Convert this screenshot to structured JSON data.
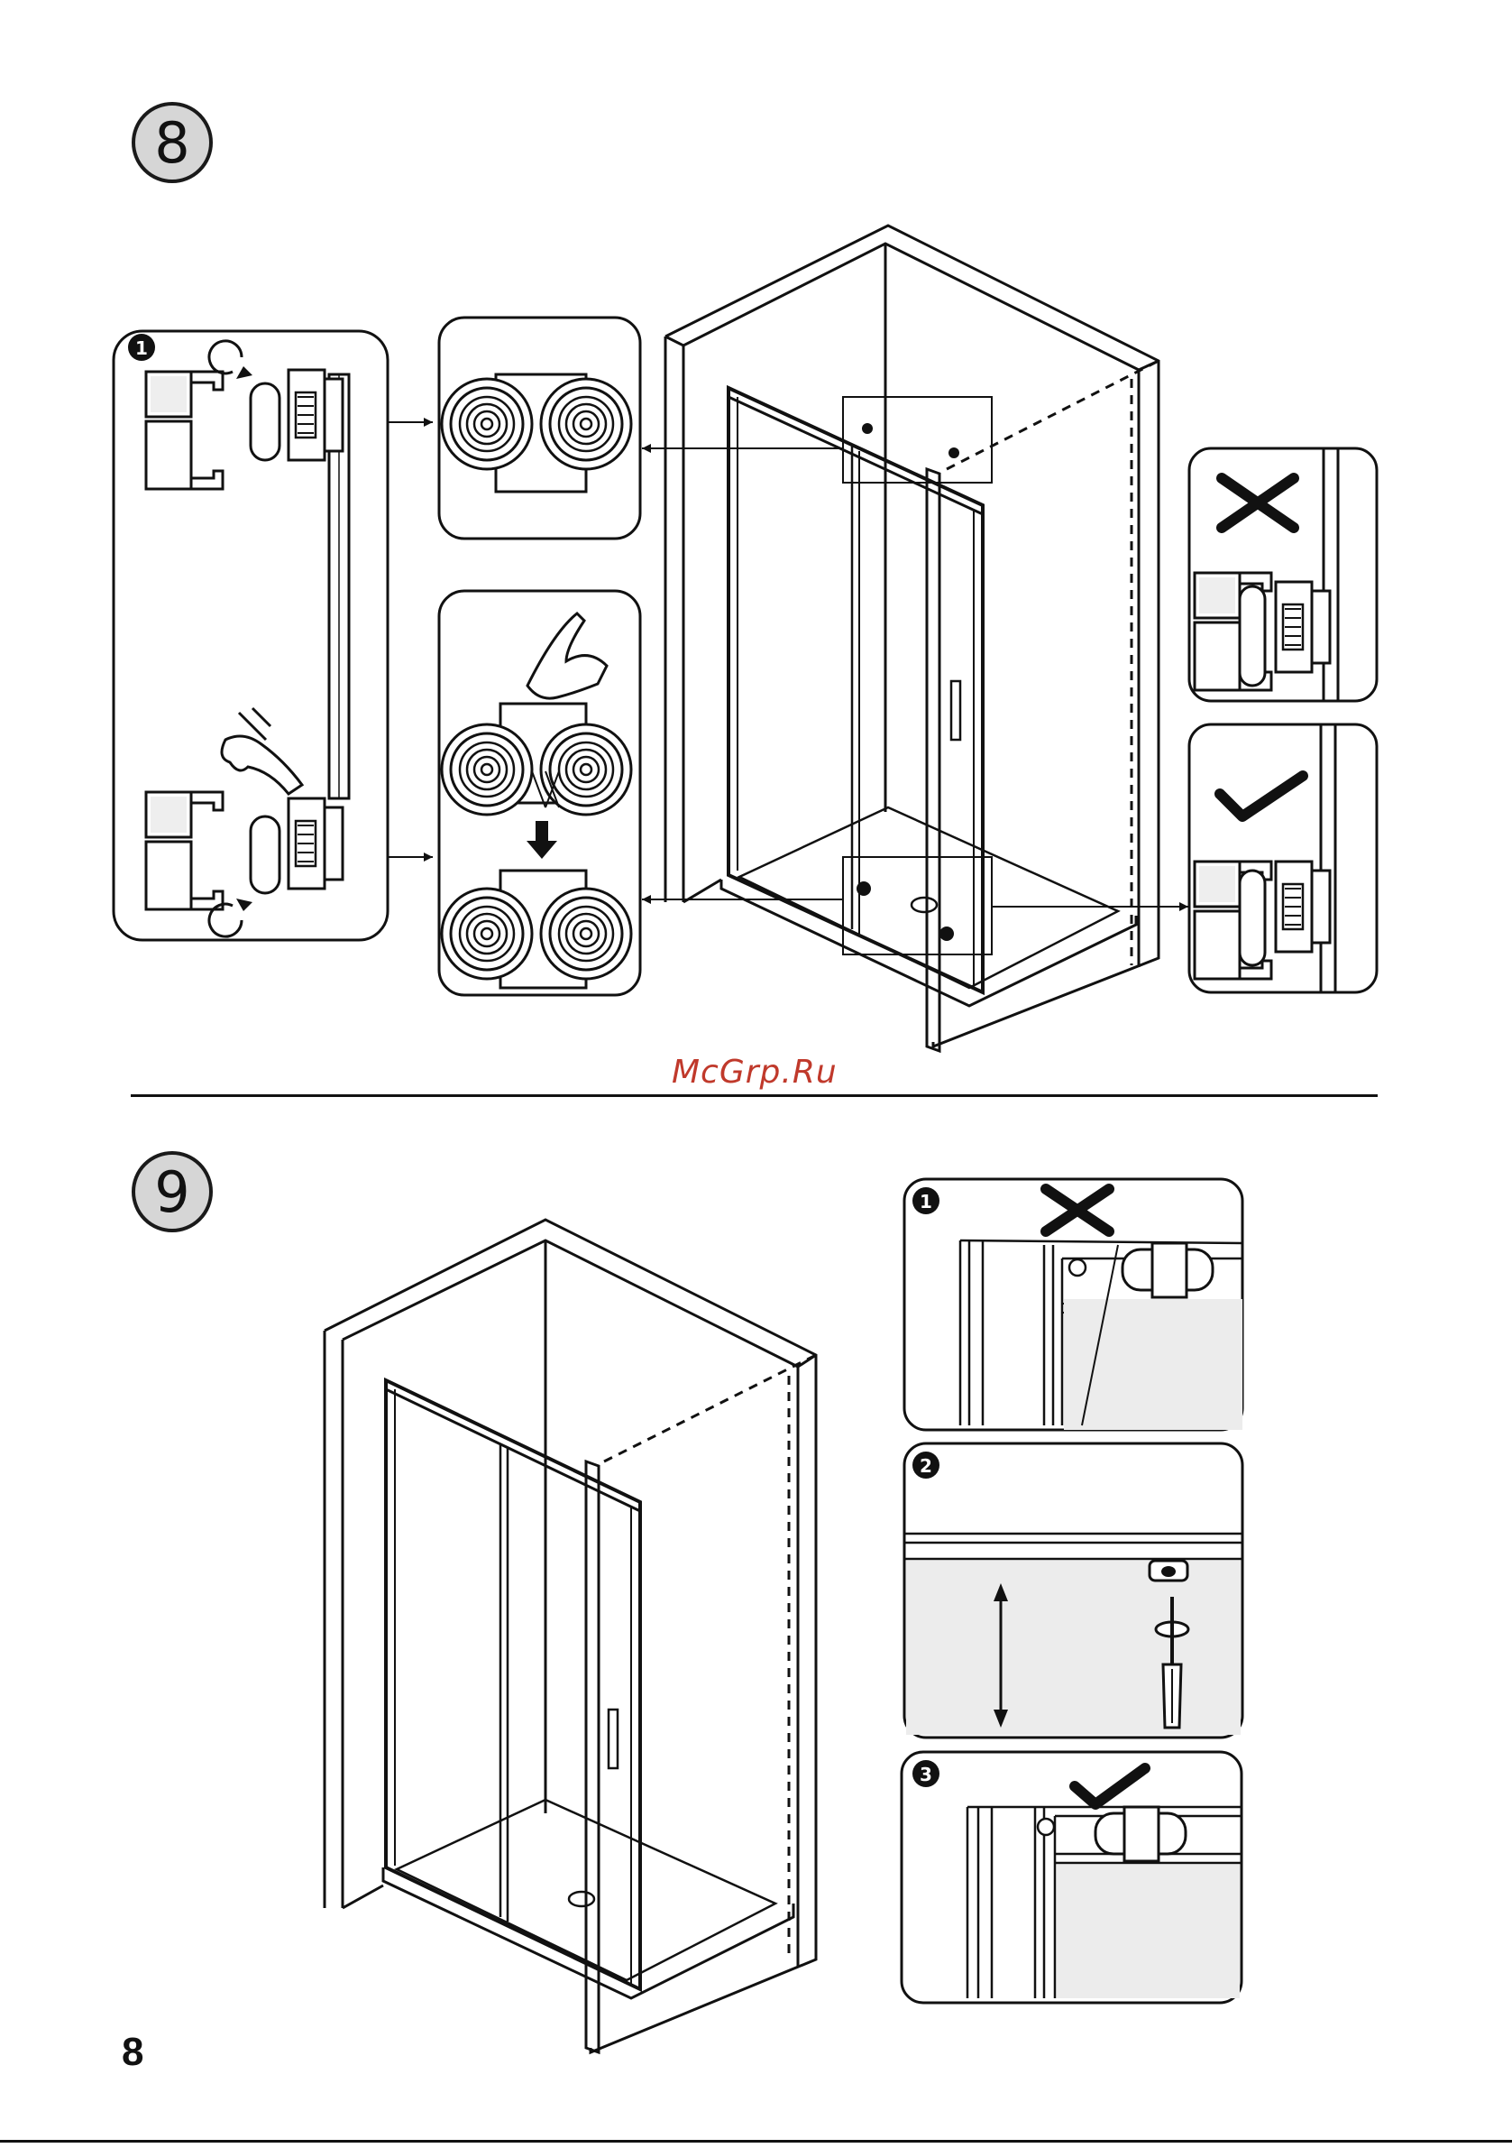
{
  "steps": {
    "step8": {
      "number": "8",
      "sub_badges": [
        "1"
      ]
    },
    "step9": {
      "number": "9",
      "sub_badges": [
        "1",
        "2",
        "3"
      ]
    }
  },
  "watermark": "McGrp.Ru",
  "page_number": "8",
  "icons": [
    "wrong-cross-icon",
    "correct-check-icon",
    "pointing-hand-icon",
    "rotate-arrow-icon",
    "screwdriver-icon",
    "double-arrow-icon",
    "down-arrow-icon"
  ],
  "colors": {
    "ink": "#111111",
    "circle_fill": "#d6d6d6",
    "watermark": "#c0392b",
    "shade": "#e8e8e8"
  }
}
